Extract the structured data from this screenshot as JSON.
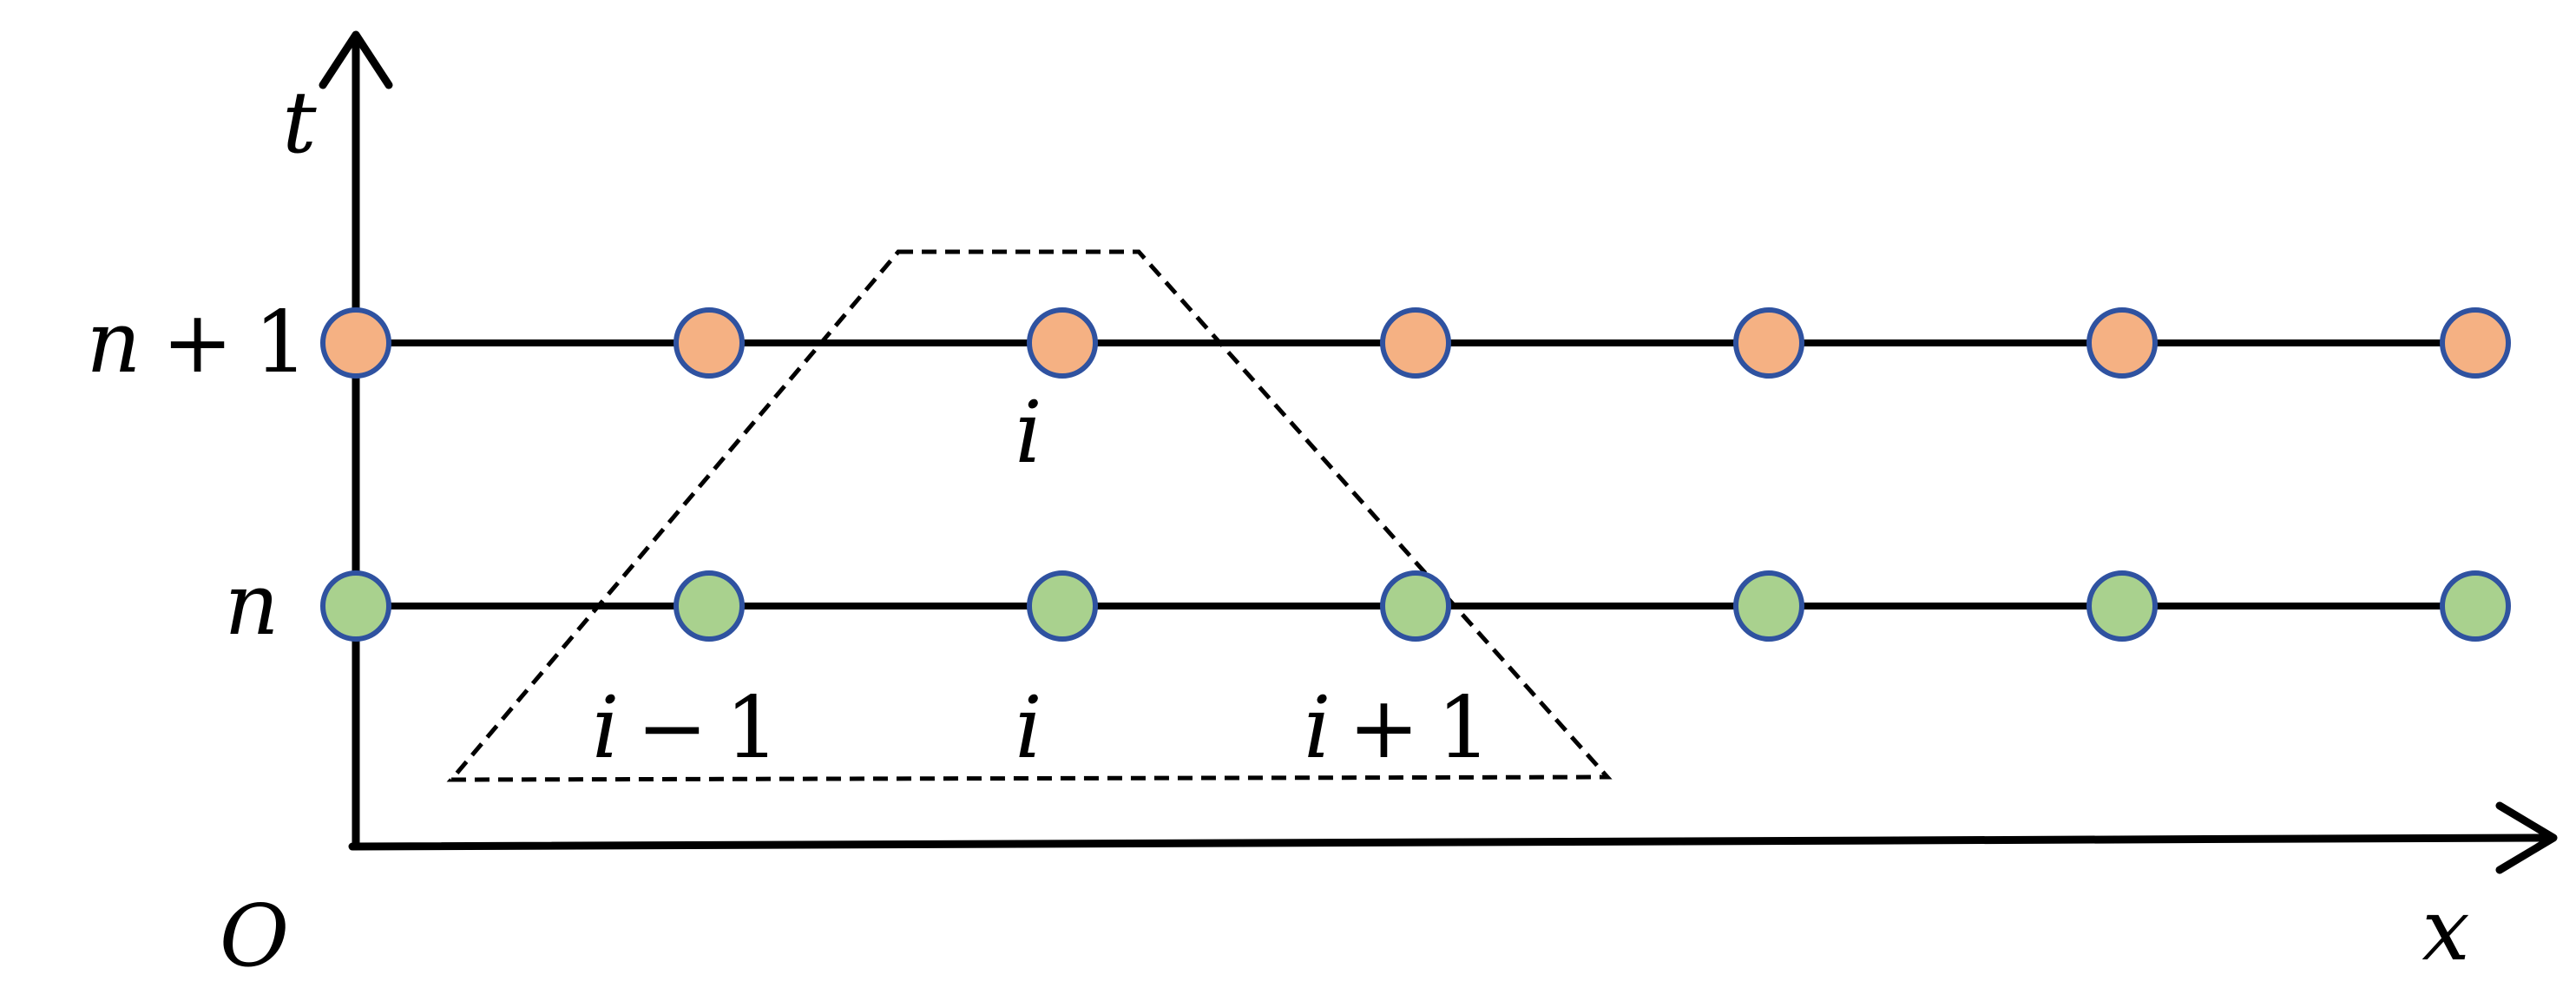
{
  "axes": {
    "vertical_label": "t",
    "horizontal_label": "x",
    "origin_label": "O"
  },
  "levels": {
    "upper": {
      "label_var": "n",
      "label_op": "+",
      "label_num": "1",
      "node_fill": "#f5b183"
    },
    "lower": {
      "label_var": "n",
      "node_fill": "#a9d18e"
    },
    "node_stroke": "#2f52a0",
    "nodes_per_level": 7
  },
  "stencil": {
    "top_label": "i",
    "bottom_labels": {
      "left_var": "i",
      "left_op": "−",
      "left_num": "1",
      "center": "i",
      "right_var": "i",
      "right_op": "+",
      "right_num": "1"
    }
  }
}
